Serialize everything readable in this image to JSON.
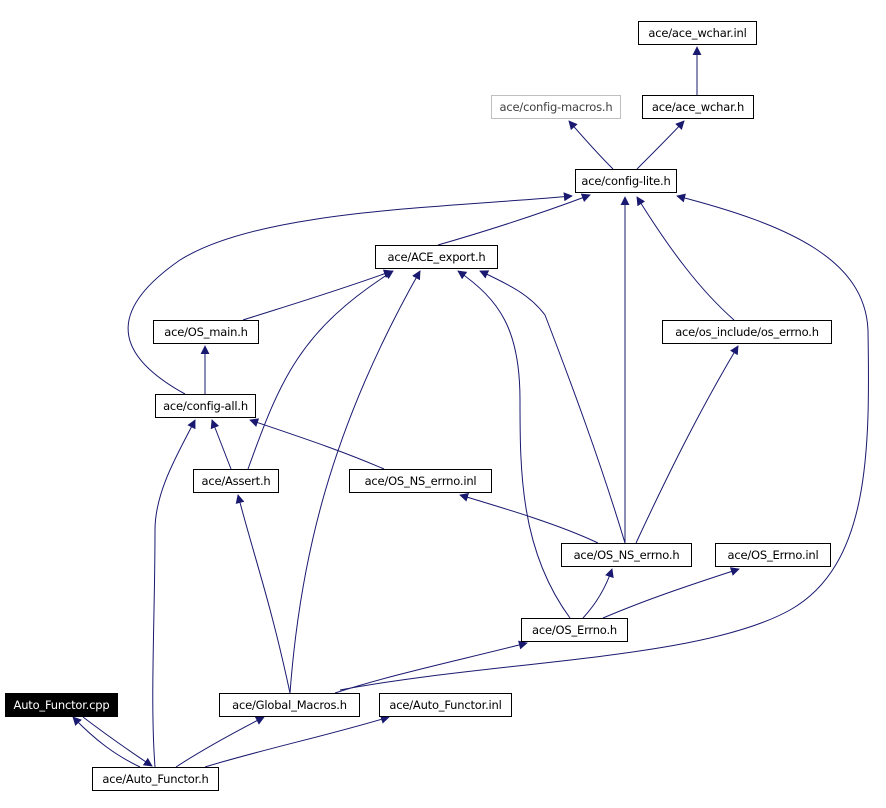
{
  "graph": {
    "edge_color": "#191970",
    "root_fill": "#000000",
    "external_border": "#bfbfbf",
    "nodes": {
      "ace_wchar_inl": "ace/ace_wchar.inl",
      "ace_wchar_h": "ace/ace_wchar.h",
      "config_macros_h": "ace/config-macros.h",
      "config_lite_h": "ace/config-lite.h",
      "ace_export_h": "ace/ACE_export.h",
      "os_main_h": "ace/OS_main.h",
      "os_include_os_errno_h": "ace/os_include/os_errno.h",
      "config_all_h": "ace/config-all.h",
      "assert_h": "ace/Assert.h",
      "os_ns_errno_inl": "ace/OS_NS_errno.inl",
      "os_ns_errno_h": "ace/OS_NS_errno.h",
      "os_errno_inl": "ace/OS_Errno.inl",
      "os_errno_h": "ace/OS_Errno.h",
      "auto_functor_cpp": "Auto_Functor.cpp",
      "global_macros_h": "ace/Global_Macros.h",
      "auto_functor_inl": "ace/Auto_Functor.inl",
      "auto_functor_h": "ace/Auto_Functor.h"
    }
  }
}
